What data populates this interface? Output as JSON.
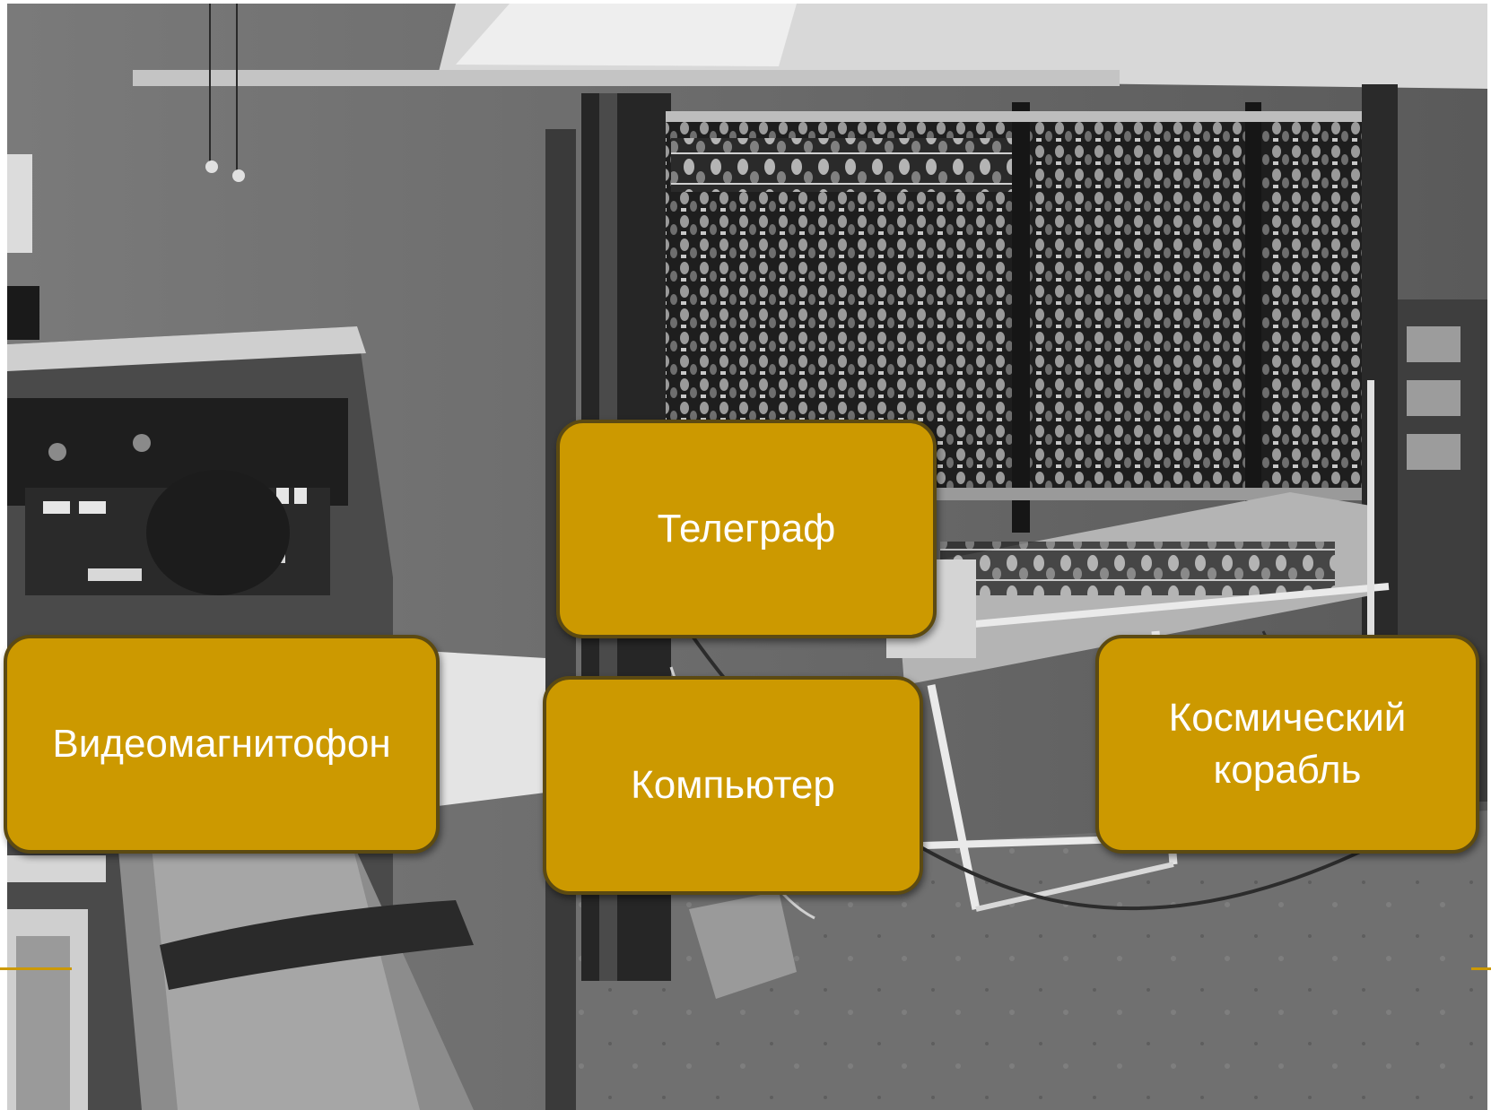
{
  "slide": {
    "accent_color": "#cc9900",
    "box_border_color": "#5c4a12",
    "text_color": "#ffffff"
  },
  "photo": {
    "description_icon": "photo-early-computer",
    "tone": "black-and-white"
  },
  "labels": {
    "telegraph": "Телеграф",
    "vcr": "Видеомагнитофон",
    "computer": "Компьютер",
    "spaceship": "Космический\nкорабль"
  }
}
